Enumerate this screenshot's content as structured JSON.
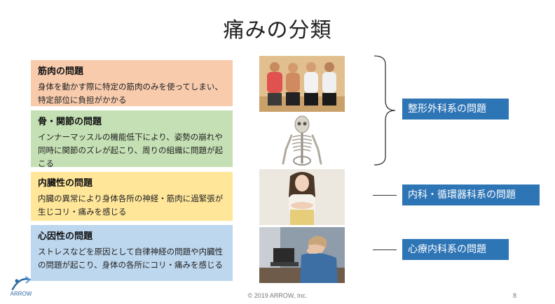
{
  "slide": {
    "title": "痛みの分類",
    "footer": "© 2019 ARROW, Inc.",
    "page_number": "8",
    "logo_text": "ARROW"
  },
  "boxes": [
    {
      "heading": "筋肉の問題",
      "body": "身体を動かす際に特定の筋肉のみを使ってしまい、特定部位に負担がかかる",
      "color": "#f8cbad"
    },
    {
      "heading": "骨・関節の問題",
      "body": "インナーマッスルの機能低下により、姿勢の崩れや同時に関節のズレが起こり、周りの組織に問題が起こる",
      "color": "#c5e0b4"
    },
    {
      "heading": "内臓性の問題",
      "body": "内臓の異常により身体各所の神経・筋肉に過緊張が生じコリ・痛みを感じる",
      "color": "#ffe699"
    },
    {
      "heading": "心因性の問題",
      "body": "ストレスなどを原因として自律神経の問題や内臓性の問題が起こり、身体の各所にコリ・痛みを感じる",
      "color": "#bdd7ee"
    }
  ],
  "categories": {
    "orthopedic": "整形外科系の問題",
    "internal": "内科・循環器科系の問題",
    "psychosomatic": "心療内科系の問題"
  },
  "colors": {
    "category_bg": "#2e75b6",
    "category_text": "#ffffff"
  }
}
